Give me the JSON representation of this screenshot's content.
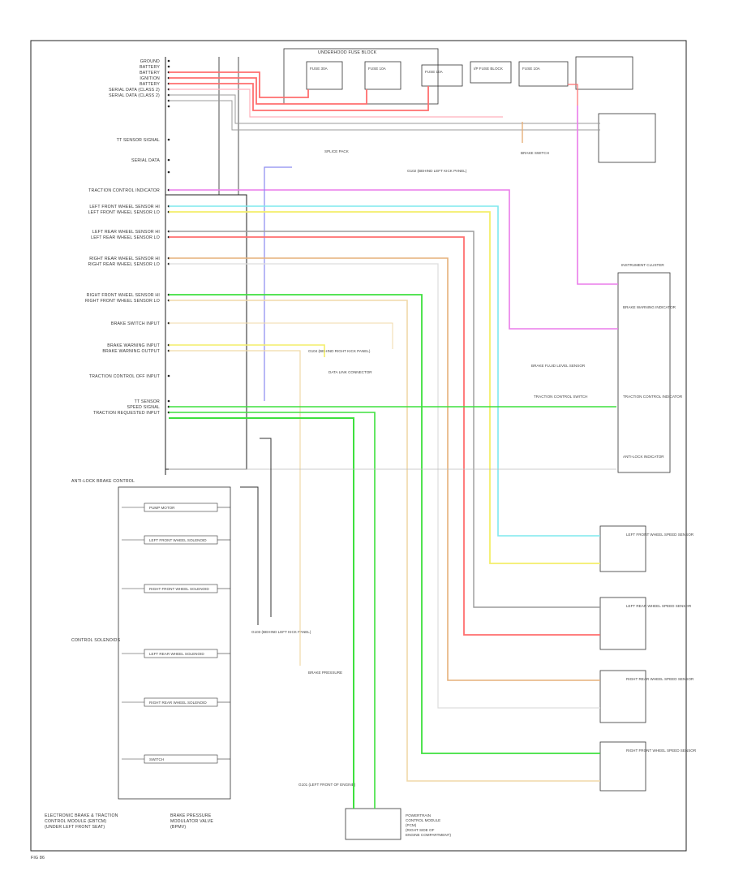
{
  "footer": {
    "label_left": [
      "ELECTRONIC BRAKE & TRACTION",
      "CONTROL MODULE (EBTCM)",
      "(UNDER LEFT FRONT SEAT)"
    ],
    "label_mid": [
      "BRAKE PRESSURE",
      "MODULATOR VALVE",
      "(BPMV)"
    ],
    "label_right": [
      "POWERTRAIN",
      "CONTROL MODULE",
      "(PCM)",
      "(RIGHT SIDE OF",
      "ENGINE COMPARTMENT)"
    ],
    "page_ref": "FIG 86"
  },
  "connector_labels": [
    "GROUND",
    "BATTERY",
    "BATTERY",
    "IGNITION",
    "BATTERY",
    "SERIAL DATA (CLASS 2)",
    "SERIAL DATA (CLASS 2)",
    "",
    "",
    "TT SENSOR SIGNAL",
    "SERIAL DATA",
    "",
    "TRACTION CONTROL INDICATOR",
    "LEFT FRONT WHEEL SENSOR HI",
    "LEFT FRONT WHEEL SENSOR LO",
    "LEFT REAR WHEEL SENSOR HI",
    "LEFT REAR WHEEL SENSOR LO",
    "RIGHT REAR WHEEL SENSOR HI",
    "RIGHT REAR WHEEL SENSOR LO",
    "RIGHT FRONT WHEEL SENSOR HI",
    "RIGHT FRONT WHEEL SENSOR LO",
    "BRAKE SWITCH INPUT",
    "BRAKE WARNING INPUT",
    "BRAKE WARNING OUTPUT",
    "TRACTION CONTROL OFF INPUT",
    "TT SENSOR",
    "SPEED SIGNAL",
    "TRACTION REQUESTED INPUT"
  ],
  "components": {
    "fuse_block": "UNDERHOOD FUSE BLOCK",
    "fuse_1": "FUSE 30A",
    "fuse_2": "FUSE 10A",
    "fuse_3": "FUSE 10A",
    "ip_fuse_block": "I/P FUSE BLOCK",
    "fuse_4": "FUSE 10A",
    "splice_pack": "SPLICE PACK",
    "lamp_switch": "BRAKE SWITCH",
    "dlc": "DATA LINK CONNECTOR",
    "ground_1": "G102 (BEHIND LEFT KICK PANEL)",
    "ground_2": "G103 (BEHIND LEFT KICK PANEL)",
    "ground_3": "G101 (LEFT FRONT OF ENGINE)",
    "ground_4": "G104 (BEHIND RIGHT KICK PANEL)",
    "ic": "INSTRUMENT CLUSTER",
    "ic_lamp_1": "BRAKE WARNING INDICATOR",
    "ic_lamp_2": "TRACTION CONTROL INDICATOR",
    "ic_lamp_3": "ANTI-LOCK INDICATOR",
    "tc_switch": "TRACTION CONTROL SWITCH",
    "brake_fluid": "BRAKE FLUID LEVEL SENSOR",
    "lf_sensor": [
      "LEFT FRONT WHEEL SPEED SENSOR"
    ],
    "lr_sensor": [
      "LEFT REAR WHEEL SPEED SENSOR"
    ],
    "rr_sensor": [
      "RIGHT REAR WHEEL SPEED SENSOR"
    ],
    "rf_sensor": [
      "RIGHT FRONT WHEEL SPEED SENSOR"
    ],
    "control_module_title": "ANTI-LOCK BRAKE CONTROL",
    "solenoid_caption": "CONTROL SOLENOIDS",
    "solenoids": [
      "PUMP MOTOR",
      "LEFT FRONT WHEEL SOLENOID",
      "RIGHT FRONT WHEEL SOLENOID",
      "LEFT REAR WHEEL SOLENOID",
      "RIGHT REAR WHEEL SOLENOID",
      "SWITCH"
    ]
  },
  "wire_colors": {
    "red": "#ff6f6f",
    "pink": "#ffb0bc",
    "cyan": "#7fe8ee",
    "yellow": "#f4ee6a",
    "orange": "#e6b07a",
    "tan": "#f0d9a8",
    "green": "#3ee03e",
    "magenta": "#ea7cea",
    "blue": "#8a8af0",
    "gray": "#9b9b9b",
    "black": "#333333"
  }
}
